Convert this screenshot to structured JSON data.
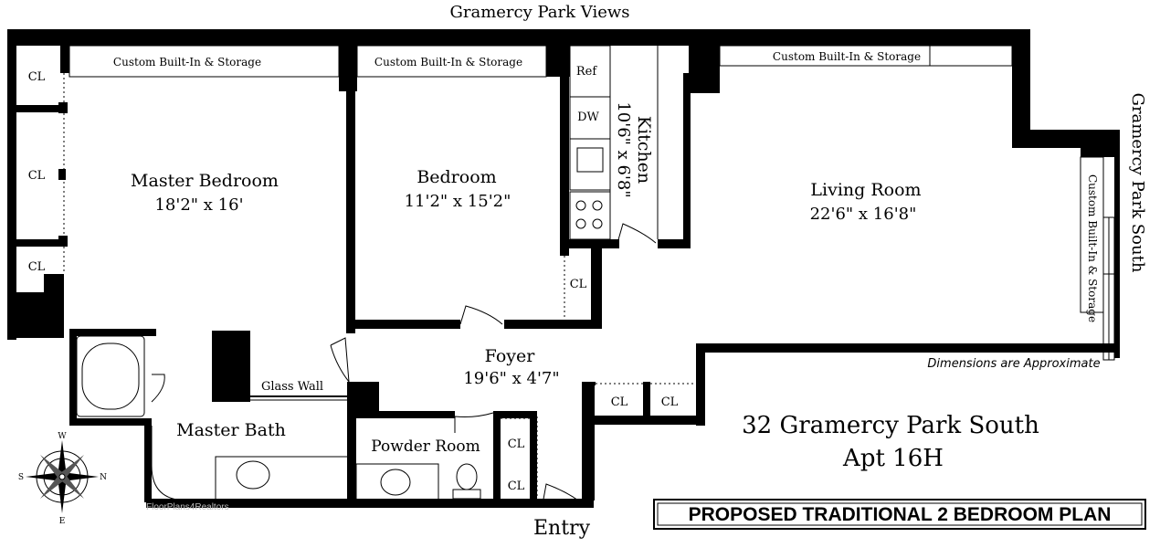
{
  "header": {
    "views_top": "Gramercy Park Views",
    "views_right": "Gramercy Park South"
  },
  "rooms": {
    "master_bedroom": {
      "name": "Master Bedroom",
      "dim": "18'2\" x 16'"
    },
    "bedroom": {
      "name": "Bedroom",
      "dim": "11'2\" x 15'2\""
    },
    "kitchen": {
      "name": "Kitchen",
      "dim": "10'6\" x 6'8\""
    },
    "living_room": {
      "name": "Living Room",
      "dim": "22'6\" x 16'8\""
    },
    "foyer": {
      "name": "Foyer",
      "dim": "19'6\" x 4'7\""
    },
    "master_bath": {
      "name": "Master Bath"
    },
    "powder_room": {
      "name": "Powder Room"
    },
    "entry": {
      "name": "Entry"
    }
  },
  "labels": {
    "storage": "Custom Built-In & Storage",
    "closet": "CL",
    "ref": "Ref",
    "dw": "DW",
    "glass_wall": "Glass Wall",
    "dimensions_note": "Dimensions are Approximate"
  },
  "address": {
    "line1": "32 Gramercy Park South",
    "line2": "Apt 16H"
  },
  "plan_title": "PROPOSED TRADITIONAL 2 BEDROOM PLAN",
  "credit": "FloorPlans4Realtors",
  "compass": {
    "n": "N",
    "s": "S",
    "e": "E",
    "w": "W"
  }
}
